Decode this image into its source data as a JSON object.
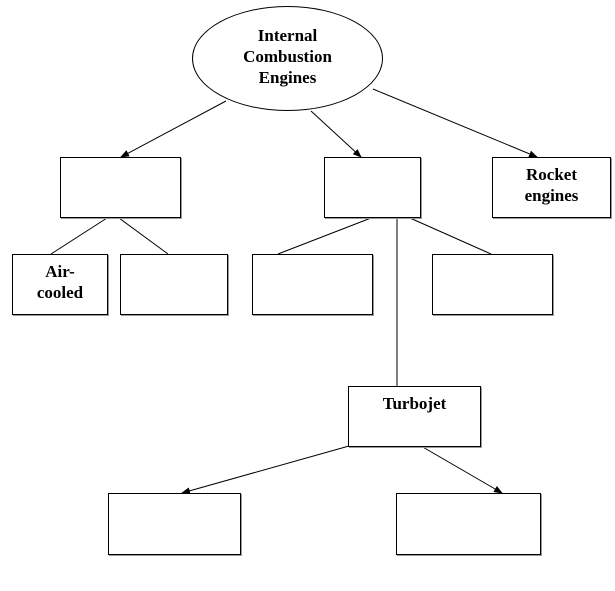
{
  "diagram": {
    "root": {
      "label": "Internal\nCombustion\nEngines"
    },
    "level1": {
      "left": {
        "label": ""
      },
      "middle": {
        "label": ""
      },
      "right": {
        "label": "Rocket\nengines"
      }
    },
    "level2": {
      "left_a": {
        "label": "Air-\ncooled"
      },
      "left_b": {
        "label": ""
      },
      "middle_a": {
        "label": ""
      },
      "middle_b": {
        "label": ""
      }
    },
    "level3": {
      "turbojet": {
        "label": "Turbojet"
      }
    },
    "level4": {
      "left": {
        "label": ""
      },
      "right": {
        "label": ""
      }
    }
  },
  "colors": {
    "stroke": "#000000",
    "fill": "#ffffff",
    "shadow": "#9a9a9a"
  }
}
